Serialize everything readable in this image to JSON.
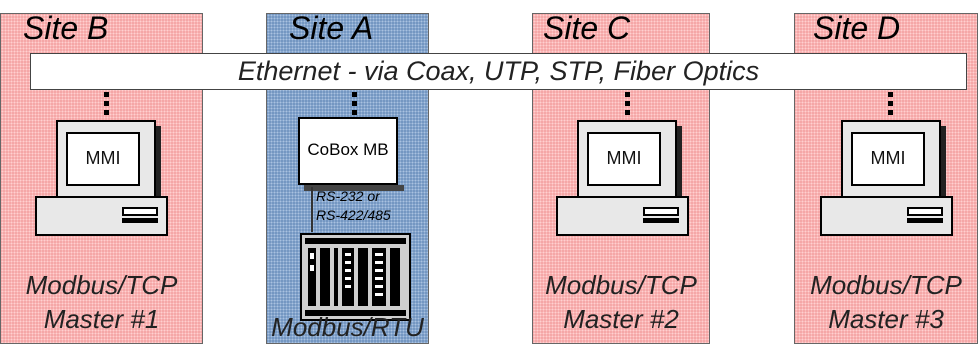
{
  "network": {
    "label": "Ethernet - via Coax, UTP, STP, Fiber Optics"
  },
  "sites": [
    {
      "title": "Site B",
      "caption_line1": "Modbus/TCP",
      "caption_line2": "Master #1",
      "screen_label": "MMI",
      "color": "#f4a3a3"
    },
    {
      "title": "Site A",
      "caption_line1": "Modbus/RTU",
      "color": "#6f93bf"
    },
    {
      "title": "Site C",
      "caption_line1": "Modbus/TCP",
      "caption_line2": "Master #2",
      "screen_label": "MMI",
      "color": "#f4a3a3"
    },
    {
      "title": "Site D",
      "caption_line1": "Modbus/TCP",
      "caption_line2": "Master #3",
      "screen_label": "MMI",
      "color": "#f4a3a3"
    }
  ],
  "gateway": {
    "label": "CoBox MB",
    "link_line1": "RS-232 or",
    "link_line2": "RS-422/485"
  },
  "colors": {
    "ethernet_bg": "#ffffff",
    "outline": "#000000"
  }
}
